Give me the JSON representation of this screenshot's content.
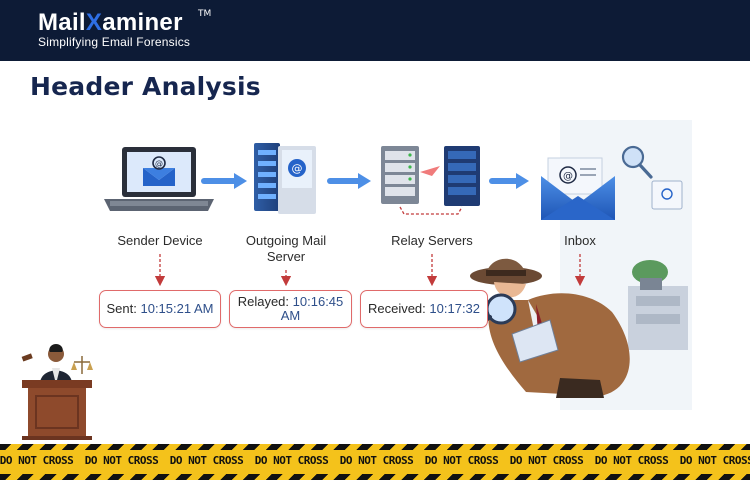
{
  "brand": {
    "name_left": "Mail",
    "name_x": "X",
    "name_right": "aminer",
    "tm": "TM",
    "tagline": "Simplifying Email Forensics"
  },
  "page": {
    "title": "Header Analysis"
  },
  "icons": {
    "device": "laptop-mail-icon",
    "outgoing": "mail-server-icon",
    "relay": "relay-servers-icon",
    "inbox": "inbox-envelope-icon"
  },
  "stages": [
    {
      "label": "Sender Device"
    },
    {
      "label": "Outgoing Mail Server"
    },
    {
      "label": "Relay Servers"
    },
    {
      "label": "Inbox"
    }
  ],
  "timestamps": [
    {
      "prefix": "Sent:",
      "time": "10:15:21 AM"
    },
    {
      "prefix": "Relayed:",
      "time": "10:16:45 AM"
    },
    {
      "prefix": "Received:",
      "time": "10:17:32"
    }
  ],
  "tape": {
    "text": "DO NOT CROSS"
  },
  "colors": {
    "navy": "#0d1b36",
    "accent": "#2e6fe6",
    "timestamp_border": "#e06a6a",
    "tape": "#f4c21b"
  }
}
